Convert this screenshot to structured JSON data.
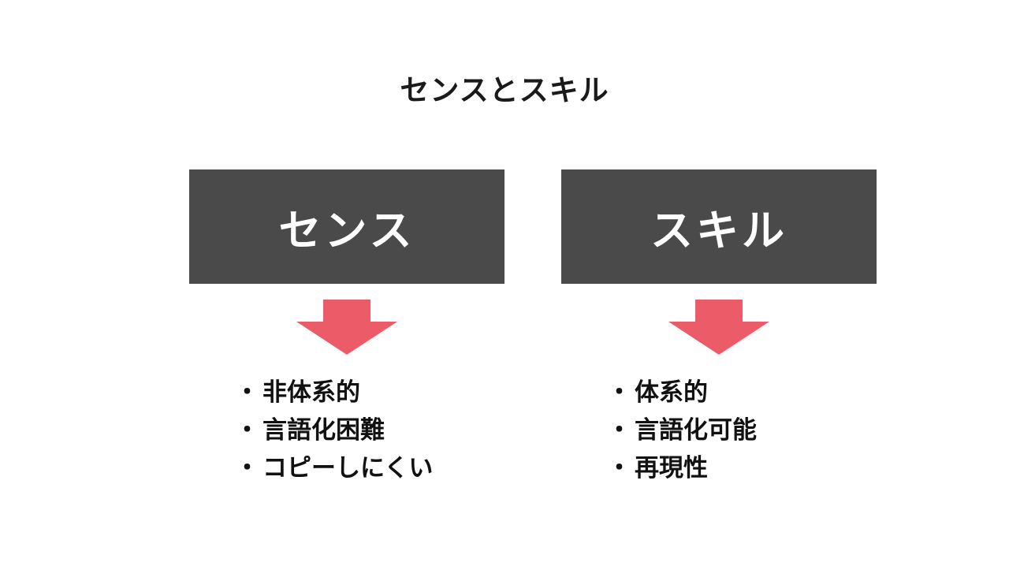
{
  "title": "センスとスキル",
  "bullet": "・",
  "columns": [
    {
      "heading": "センス",
      "items": [
        "非体系的",
        "言語化困難",
        "コピーしにくい"
      ]
    },
    {
      "heading": "スキル",
      "items": [
        "体系的",
        "言語化可能",
        "再現性"
      ]
    }
  ],
  "colors": {
    "background": "#ffffff",
    "box": "#4a4a4a",
    "box_text": "#ffffff",
    "arrow": "#ec5c68",
    "text": "#111111"
  }
}
